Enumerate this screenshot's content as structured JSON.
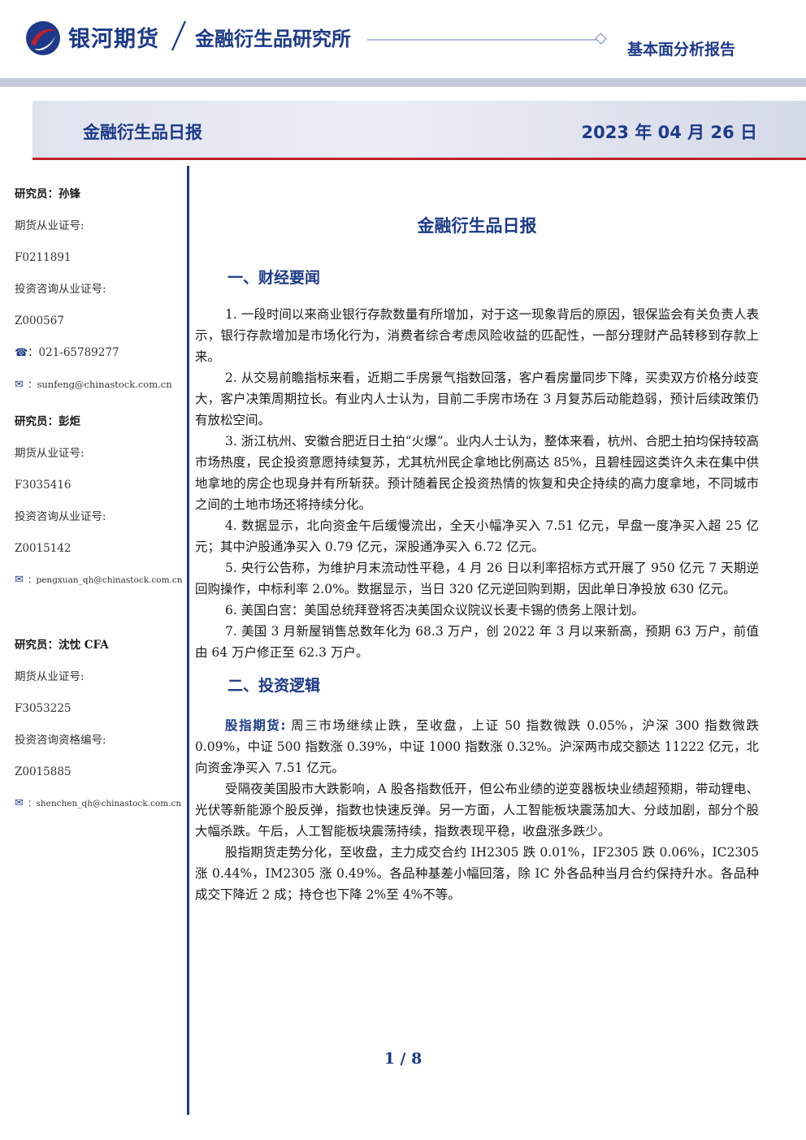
{
  "header": {
    "brand": "银河期货",
    "institute": "金融衍生品研究所",
    "report_type": "基本面分析报告",
    "colors": {
      "brand_blue": "#1d3a8a",
      "brand_red": "#c0202a",
      "stripe": "#c4c9dc"
    }
  },
  "band": {
    "title": "金融衍生品日报",
    "date": "2023 年 04 月 26 日"
  },
  "sidebar": {
    "analysts": [
      {
        "name": "研究员：孙锋",
        "license_label": "期货从业证号:",
        "license": "F0211891",
        "consult_label": "投资咨询从业证号:",
        "consult": "Z000567",
        "phone": "：021-65789277",
        "email": "：sunfeng@chinastock.com.cn"
      },
      {
        "name": "研究员：彭炬",
        "license_label": "期货从业证号:",
        "license": "F3035416",
        "consult_label": "投资咨询从业证号:",
        "consult": "Z0015142",
        "email": "：pengxuan_qh@chinastock.com.cn"
      },
      {
        "name": "研究员：沈忱  CFA",
        "license_label": "期货从业证号:",
        "license": "F3053225",
        "consult_label": "投资咨询资格编号:",
        "consult": "Z0015885",
        "email": "：shenchen_qh@chinastock.com.cn"
      }
    ],
    "icons": {
      "phone": "phone-icon",
      "email": "envelope-icon"
    }
  },
  "main": {
    "title": "金融衍生品日报",
    "section1": {
      "heading": "一、财经要闻",
      "items": [
        "1. 一段时间以来商业银行存款数量有所增加，对于这一现象背后的原因，银保监会有关负责人表示，银行存款增加是市场化行为，消费者综合考虑风险收益的匹配性，一部分理财产品转移到存款上来。",
        "2. 从交易前瞻指标来看，近期二手房景气指数回落，客户看房量同步下降，买卖双方价格分歧变大，客户决策周期拉长。有业内人士认为，目前二手房市场在 3 月复苏后动能趋弱，预计后续政策仍有放松空间。",
        "3. 浙江杭州、安徽合肥近日土拍“火爆”。业内人士认为，整体来看，杭州、合肥土拍均保持较高市场热度，民企投资意愿持续复苏，尤其杭州民企拿地比例高达 85%，且碧桂园这类许久未在集中供地拿地的房企也现身并有所斩获。预计随着民企投资热情的恢复和央企持续的高力度拿地，不同城市之间的土地市场还将持续分化。",
        "4. 数据显示，北向资金午后缓慢流出，全天小幅净买入 7.51 亿元，早盘一度净买入超 25 亿元；其中沪股通净买入 0.79 亿元，深股通净买入 6.72 亿元。",
        "5. 央行公告称，为维护月末流动性平稳，4 月 26 日以利率招标方式开展了 950 亿元 7 天期逆回购操作，中标利率 2.0%。数据显示，当日 320 亿元逆回购到期，因此单日净投放 630 亿元。",
        "6. 美国白宫：美国总统拜登将否决美国众议院议长麦卡锡的债务上限计划。",
        "7. 美国 3 月新屋销售总数年化为 68.3 万户，创 2022 年 3 月以来新高，预期 63 万户，前值由 64 万户修正至 62.3 万户。"
      ]
    },
    "section2": {
      "heading": "二、投资逻辑",
      "lead_label": "股指期货:",
      "lead_text": " 周三市场继续止跌，至收盘，上证 50 指数微跌 0.05%，沪深 300 指数微跌 0.09%，中证 500 指数涨 0.39%，中证 1000 指数涨 0.32%。沪深两市成交额达 11222 亿元，北向资金净买入 7.51 亿元。",
      "para2": "受隔夜美国股市大跌影响，A 股各指数低开，但公布业绩的逆变器板块业绩超预期，带动锂电、光伏等新能源个股反弹，指数也快速反弹。另一方面，人工智能板块震荡加大、分歧加剧，部分个股大幅杀跌。午后，人工智能板块震荡持续，指数表现平稳，收盘涨多跌少。",
      "para3": "股指期货走势分化，至收盘，主力成交合约 IH2305 跌 0.01%，IF2305 跌 0.06%，IC2305 涨 0.44%，IM2305 涨 0.49%。各品种基差小幅回落，除 IC 外各品种当月合约保持升水。各品种成交下降近 2 成；持仓也下降 2%至 4%不等。"
    }
  },
  "footer": {
    "page": "1 / 8"
  }
}
